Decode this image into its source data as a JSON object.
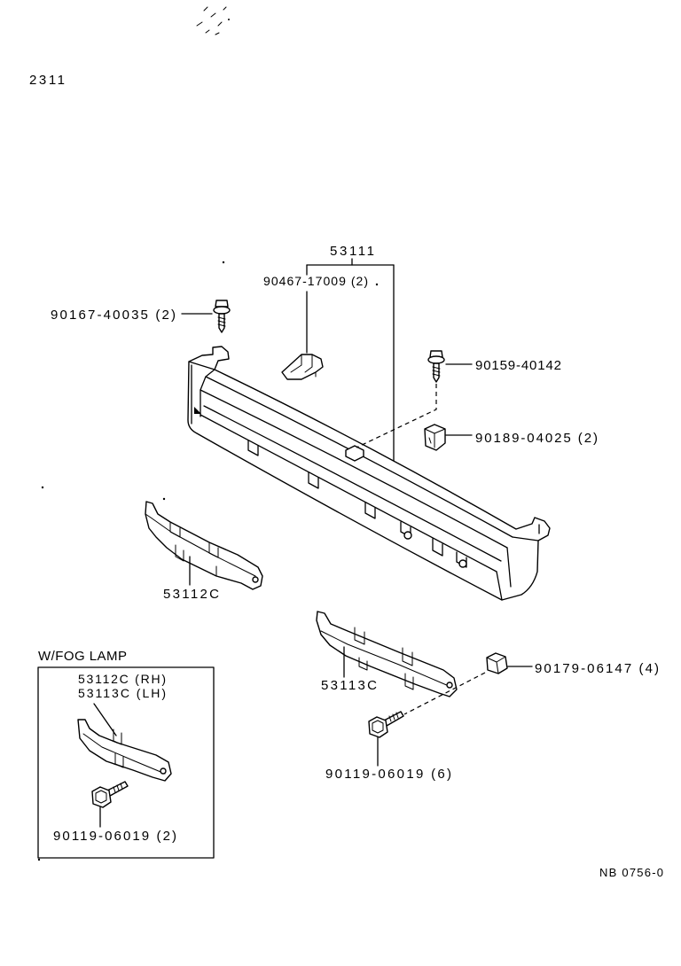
{
  "colors": {
    "ink": "#000000",
    "paper": "#ffffff"
  },
  "page": {
    "code": "2311",
    "figure_ref": "NB 0756-0"
  },
  "callouts": {
    "grille": "53111",
    "grille_clip": "90467-17009 (2)",
    "top_screw": "90167-40035 (2)",
    "side_screw": "90159-40142",
    "side_clip": "90189-04025 (2)",
    "left_bracket": "53112C",
    "right_bracket": "53113C",
    "nut": "90179-06147 (4)",
    "bolt": "90119-06019 (6)"
  },
  "fog_lamp_inset": {
    "title": "W/FOG LAMP",
    "bracket_rh": "53112C (RH)",
    "bracket_lh": "53113C (LH)",
    "bolt": "90119-06019 (2)"
  }
}
